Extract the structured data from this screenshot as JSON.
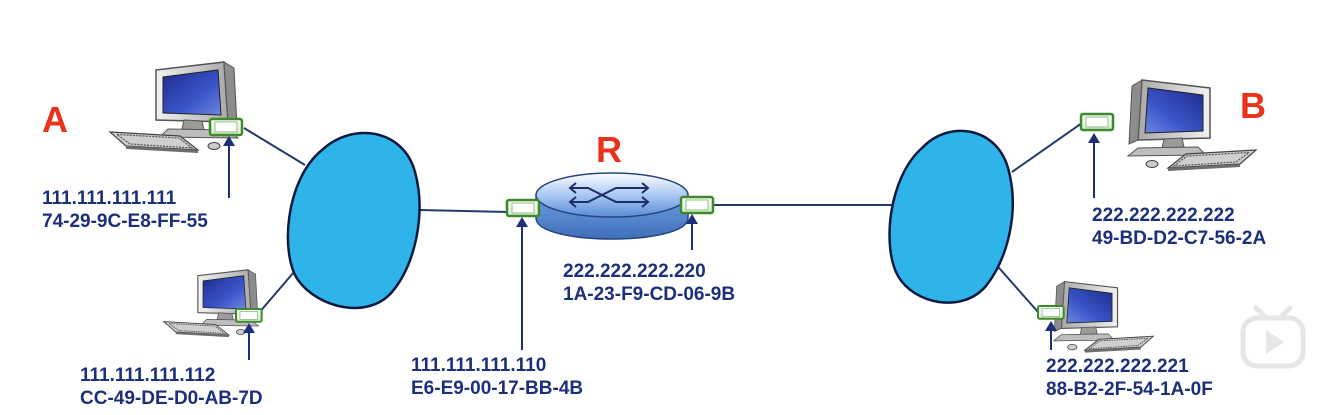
{
  "colors": {
    "label_red": "#e8321c",
    "address_blue": "#1c2f78",
    "cloud_fill": "#2fb4ea",
    "interface_green": "#3c8a2c"
  },
  "labels": {
    "host_a": "A",
    "host_b": "B",
    "router": "R"
  },
  "hosts": {
    "a1": {
      "ip": "111.111.111.111",
      "mac": "74-29-9C-E8-FF-55"
    },
    "a2": {
      "ip": "111.111.111.112",
      "mac": "CC-49-DE-D0-AB-7D"
    },
    "b1": {
      "ip": "222.222.222.222",
      "mac": "49-BD-D2-C7-56-2A"
    },
    "b2": {
      "ip": "222.222.222.221",
      "mac": "88-B2-2F-54-1A-0F"
    }
  },
  "router": {
    "left_interface": {
      "ip": "111.111.111.110",
      "mac": "E6-E9-00-17-BB-4B"
    },
    "right_interface": {
      "ip": "222.222.222.220",
      "mac": "1A-23-F9-CD-06-9B"
    }
  },
  "icons": {
    "computer": "desktop-computer-icon",
    "router": "router-icon",
    "network": "network-cloud-icon",
    "watermark": "video-play-logo-icon"
  }
}
